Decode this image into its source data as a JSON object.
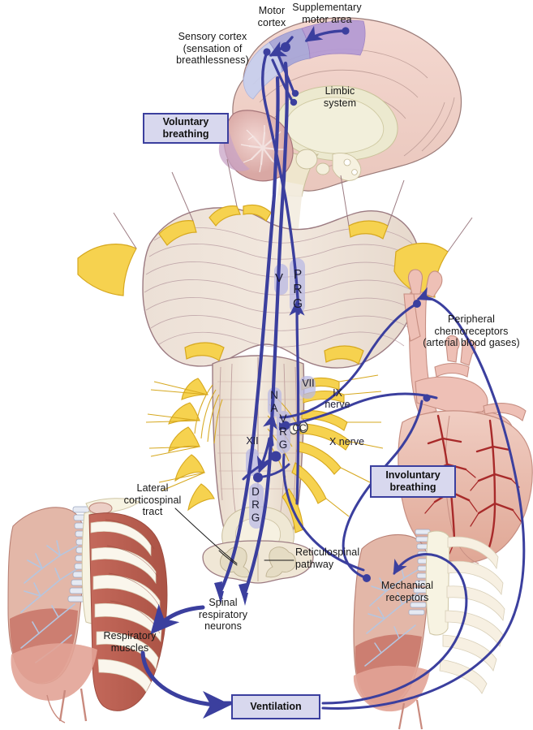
{
  "figure": {
    "title": "Neural control of breathing",
    "colors": {
      "pathway_blue": "#3b3f9e",
      "box_fill": "#d8d8ee",
      "box_border": "#3b3f9e",
      "nucleus_highlight": "#b9b9e4",
      "brain_pink": "#f0cfc8",
      "brain_purple": "#b9a2d4",
      "brain_lavender": "#c3c8e8",
      "nerve_yellow": "#f5cf4e",
      "brainstem_tan": "#e8dcd2",
      "lung_pink": "#e2b3a6",
      "muscle_red": "#c1685c",
      "heart_red": "#b02d2d",
      "vessel_pink": "#eec0b6",
      "background": "#ffffff"
    }
  },
  "boxes": [
    {
      "id": "voluntary",
      "label": "Voluntary\nbreathing"
    },
    {
      "id": "involuntary",
      "label": "Involuntary\nbreathing"
    },
    {
      "id": "ventilation",
      "label": "Ventilation"
    }
  ],
  "labels": {
    "sensory_cortex": "Sensory cortex\n(sensation of\nbreathlessness)",
    "motor_cortex": "Motor\ncortex",
    "supplementary_motor_area": "Supplementary\nmotor area",
    "limbic_system": "Limbic\nsystem",
    "peripheral_chemoreceptors": "Peripheral\nchemoreceptors\n(arterial blood gases)",
    "lateral_corticospinal_tract": "Lateral\ncorticospinal\ntract",
    "reticulospinal_pathway": "Reticulospinal\npathway",
    "spinal_respiratory_neurons": "Spinal\nrespiratory\nneurons",
    "respiratory_muscles": "Respiratory\nmuscles",
    "mechanical_receptors": "Mechanical\nreceptors"
  },
  "nuclei": {
    "v": "V",
    "prg": "P\nR\nG",
    "na": "N\nA",
    "vrg": "V\nR\nG",
    "drg": "D\nR\nG",
    "cc": "CC"
  },
  "cranial_nerves": {
    "vii": "VII",
    "ix": "IX\nnerve",
    "x": "X nerve",
    "xii": "XII"
  }
}
